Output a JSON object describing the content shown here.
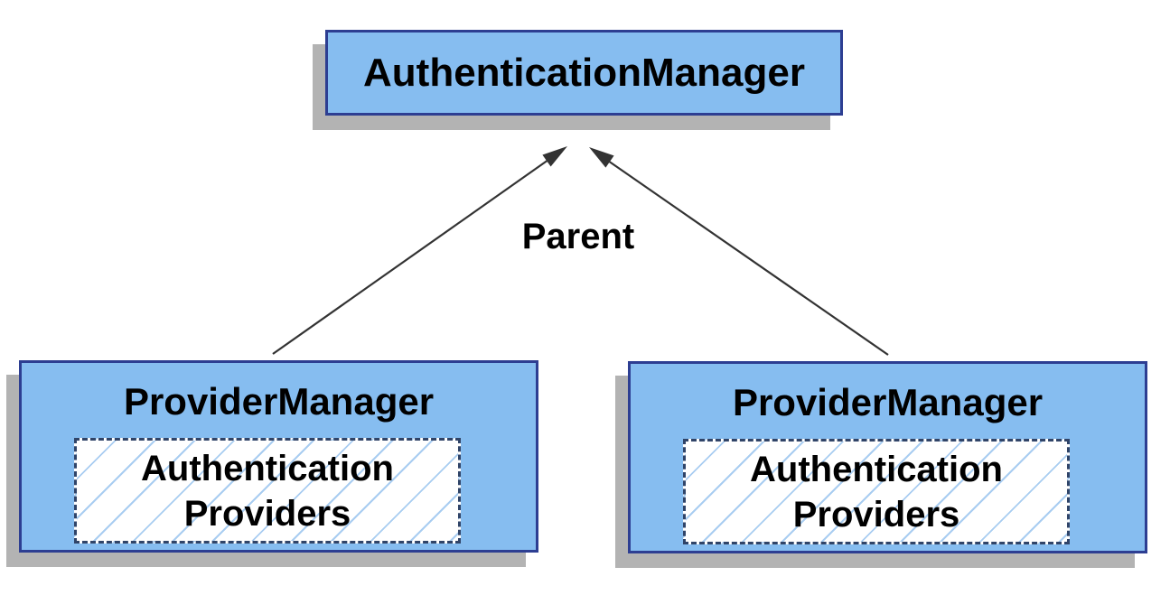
{
  "diagram": {
    "auth_manager_box": {
      "label": "AuthenticationManager"
    },
    "parent_edge_label": "Parent",
    "provider_managers": [
      {
        "label": "ProviderManager",
        "inner_box_label": "Authentication Providers"
      },
      {
        "label": "ProviderManager",
        "inner_box_label": "Authentication Providers"
      }
    ],
    "colors": {
      "background": "#ffffff",
      "box-fill": "#86bdf0",
      "box-border": "#2d3e92",
      "box-shadow": "#b3b3b3",
      "hatch-line": "#a9cdf1",
      "dashed-border": "#304468",
      "arrow": "#333333",
      "text": "#000000"
    }
  }
}
